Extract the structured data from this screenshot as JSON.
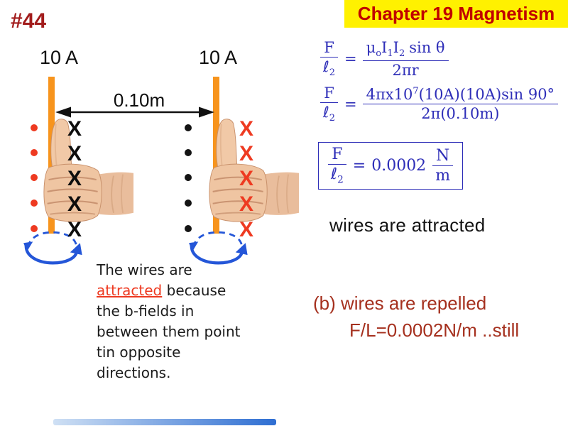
{
  "slide": {
    "number": "#44",
    "number_color": "#A21C1C"
  },
  "title": {
    "text": "Chapter 19 Magnetism",
    "bg_color": "#FFF100",
    "text_color": "#C00000"
  },
  "diagram": {
    "left_wire_label": "10 A",
    "right_wire_label": "10 A",
    "separation_label": "0.10m",
    "wire_color": "#F7941D",
    "x_symbol": "X",
    "left_x_color": "#0d0d0d",
    "right_x_color": "#EE3A21",
    "left_dot_color": "#EE3A21",
    "right_dot_color": "#141414",
    "circulation_color": "#2456D8"
  },
  "caption": {
    "line1": "The wires are",
    "attracted_word": "attracted",
    "line2_rest": " because",
    "line3": "the b-fields in",
    "line4": "between them point",
    "line5": "tin opposite",
    "line6": "directions.",
    "highlight_color": "#EE3A21"
  },
  "equations": {
    "color": "#2E2EB8",
    "eq1": {
      "lhs_num": "F",
      "lhs_den": "ℓ",
      "lhs_den_sub": "2",
      "equals": "=",
      "num_mu": "μ",
      "num_mu_sub": "o",
      "num_i1": "I",
      "num_i1_sub": "1",
      "num_i2": "I",
      "num_i2_sub": "2",
      "num_tail": "sin θ",
      "den": "2πr"
    },
    "eq2": {
      "lhs_num": "F",
      "lhs_den": "ℓ",
      "lhs_den_sub": "2",
      "equals": "=",
      "num_pre": "4πx10",
      "num_exp": "7",
      "num_tail": "(10A)(10A)sin 90°",
      "den": "2π(0.10m)"
    },
    "eq3": {
      "lhs_num": "F",
      "lhs_den": "ℓ",
      "lhs_den_sub": "2",
      "equals": "=",
      "value": "0.0002",
      "unit_num": "N",
      "unit_den": "m"
    }
  },
  "answers": {
    "attracted_text": "wires are attracted",
    "part_b": "(b) wires are repelled",
    "part_b_value": "F/L=0.0002N/m ..still",
    "color": "#A5301E"
  },
  "footer": {
    "bar_color_from": "#CFE0F4",
    "bar_color_to": "#2E6ED2"
  }
}
